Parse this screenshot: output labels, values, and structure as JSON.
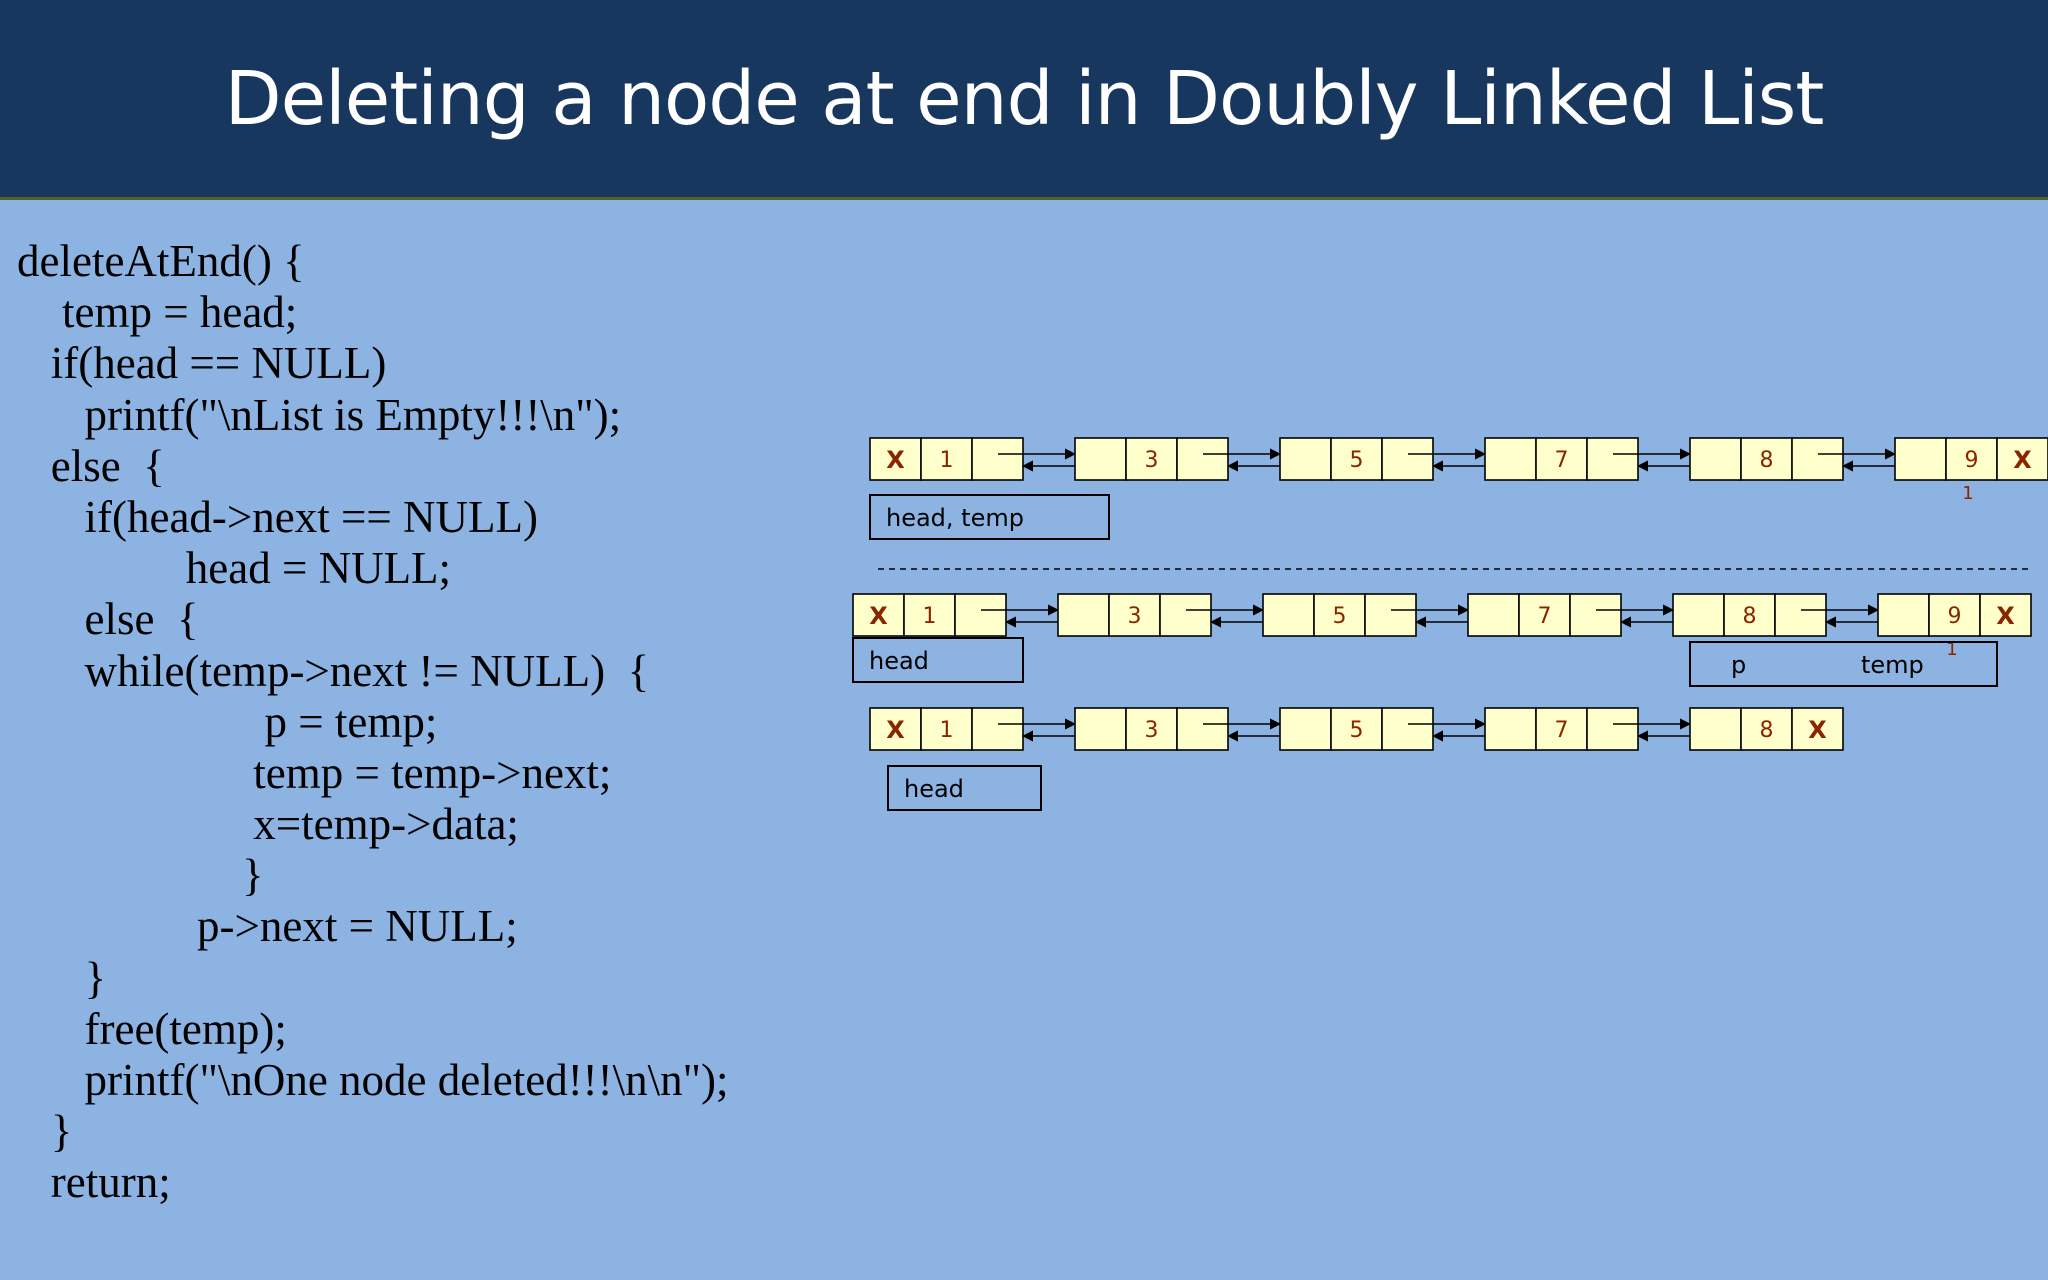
{
  "slide": {
    "title": "Deleting a node at end in Doubly Linked List"
  },
  "code": {
    "lines": [
      "deleteAtEnd() {",
      "    temp = head;",
      "   if(head == NULL)",
      "      printf(\"\\nList is Empty!!!\\n\");",
      "   else  {",
      "      if(head->next == NULL)",
      "               head = NULL;",
      "      else  {",
      "      while(temp->next != NULL)  {",
      "                      p = temp;",
      "                     temp = temp->next;",
      "                     x=temp->data;",
      "                    }",
      "                p->next = NULL;",
      "      }",
      "      free(temp);",
      "      printf(\"\\nOne node deleted!!!\\n\\n\");",
      "   }",
      "   return;"
    ]
  },
  "diagram": {
    "null_marker": "X",
    "rows": [
      {
        "id": "initial",
        "nodes": [
          "1",
          "3",
          "5",
          "7",
          "8",
          "9"
        ],
        "labels": [
          "head, temp"
        ],
        "address_note": "1"
      },
      {
        "id": "traversed",
        "nodes": [
          "1",
          "3",
          "5",
          "7",
          "8",
          "9"
        ],
        "labels": [
          "head",
          "p",
          "temp"
        ],
        "address_note": "1"
      },
      {
        "id": "after-delete",
        "nodes": [
          "1",
          "3",
          "5",
          "7",
          "8"
        ],
        "labels": [
          "head"
        ]
      }
    ]
  }
}
